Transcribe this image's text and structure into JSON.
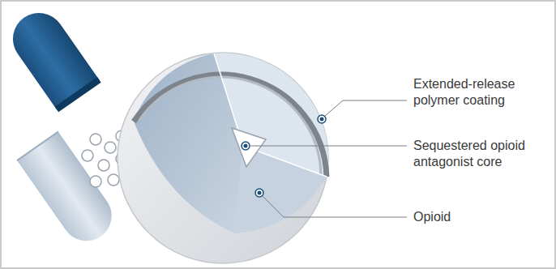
{
  "diagram": {
    "labels": [
      "Extended-release polymer coating",
      "Sequestered opioid antagonist core",
      "Opioid"
    ]
  }
}
